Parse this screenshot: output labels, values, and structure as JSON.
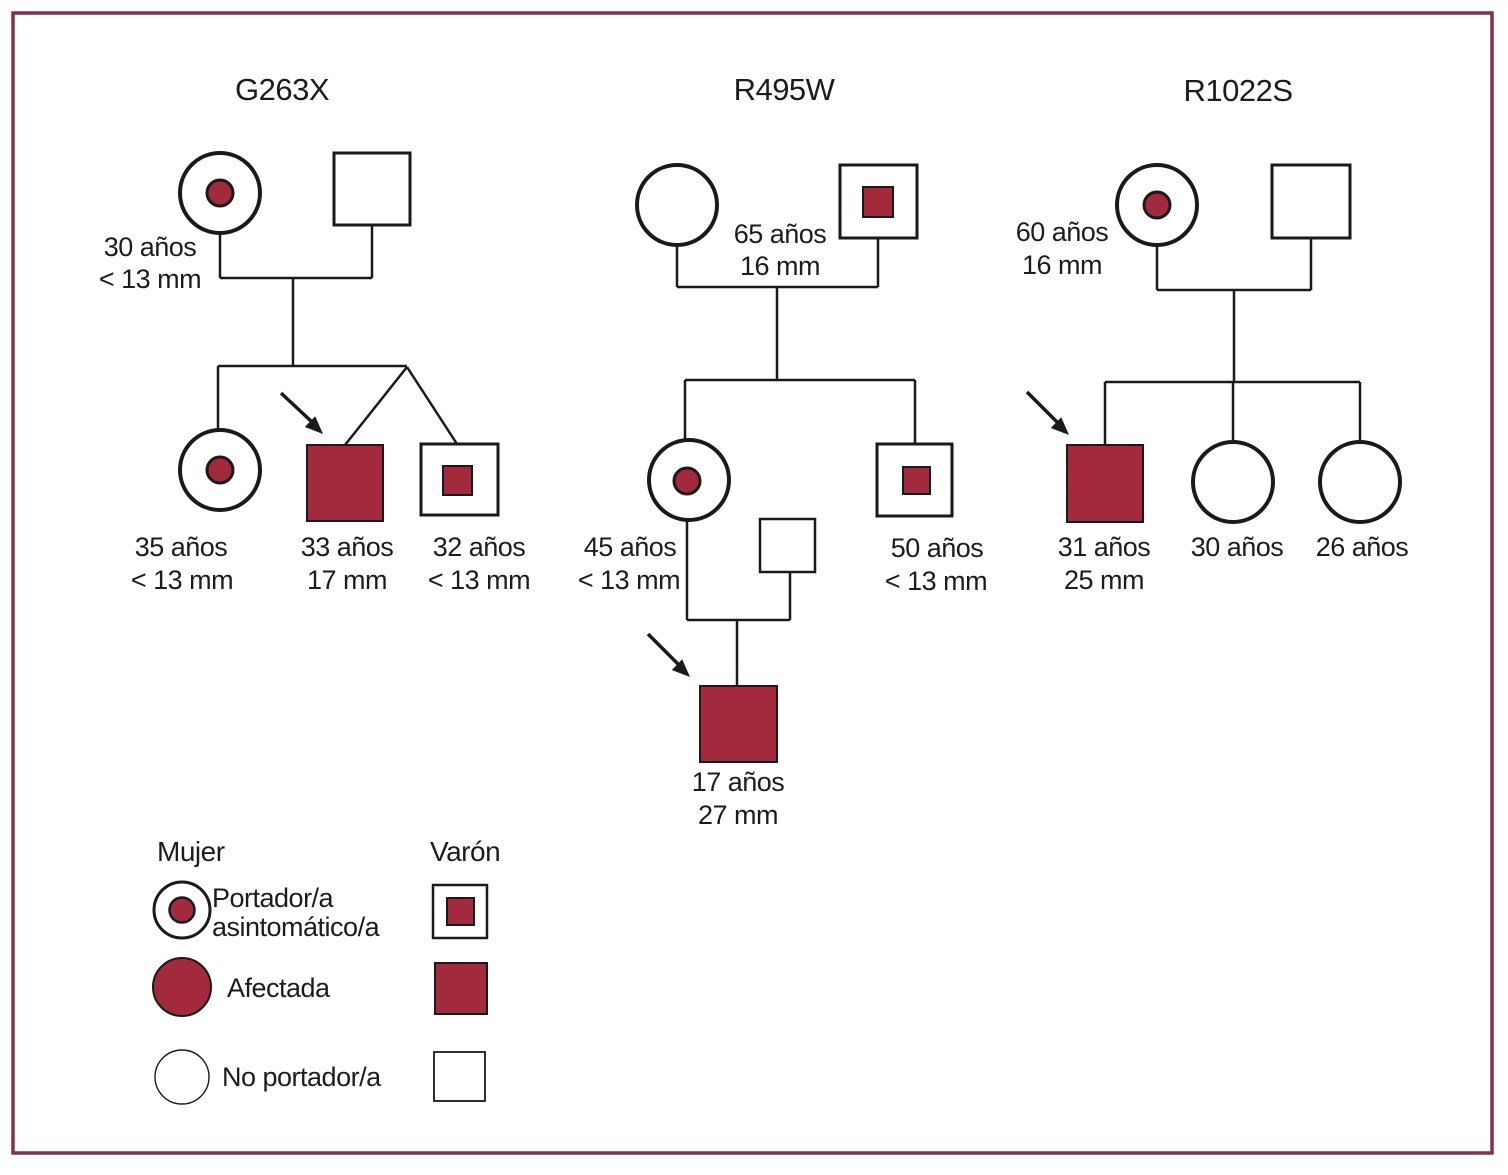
{
  "figure": {
    "type": "pedigree-diagram",
    "language": "es"
  },
  "colors": {
    "affected_fill": "#A3293C",
    "border": "#85304A",
    "line": "#1A1A1A"
  },
  "pedigrees": [
    {
      "title": "G263X",
      "members": [
        {
          "id": "I-1",
          "symbol": "carrier-female",
          "age": "30 años",
          "size": "< 13 mm"
        },
        {
          "id": "I-2",
          "symbol": "unaffected-male"
        },
        {
          "id": "II-1",
          "symbol": "carrier-female",
          "age": "35 años",
          "size": "< 13 mm"
        },
        {
          "id": "II-2",
          "symbol": "affected-male",
          "proband": true,
          "age": "33 años",
          "size": "17 mm"
        },
        {
          "id": "II-3",
          "symbol": "carrier-male",
          "age": "32 años",
          "size": "< 13 mm"
        }
      ]
    },
    {
      "title": "R495W",
      "members": [
        {
          "id": "I-1",
          "symbol": "unaffected-female"
        },
        {
          "id": "I-2",
          "symbol": "carrier-male",
          "age": "65 años",
          "size": "16 mm"
        },
        {
          "id": "II-1",
          "symbol": "carrier-female",
          "age": "45 años",
          "size": "< 13 mm"
        },
        {
          "id": "II-2",
          "symbol": "unaffected-male"
        },
        {
          "id": "II-3",
          "symbol": "carrier-male",
          "age": "50 años",
          "size": "< 13 mm"
        },
        {
          "id": "III-1",
          "symbol": "affected-male",
          "proband": true,
          "age": "17 años",
          "size": "27 mm"
        }
      ]
    },
    {
      "title": "R1022S",
      "members": [
        {
          "id": "I-1",
          "symbol": "carrier-female",
          "age": "60 años",
          "size": "16 mm"
        },
        {
          "id": "I-2",
          "symbol": "unaffected-male"
        },
        {
          "id": "II-1",
          "symbol": "affected-male",
          "proband": true,
          "age": "31 años",
          "size": "25 mm"
        },
        {
          "id": "II-2",
          "symbol": "unaffected-female",
          "age": "30 años"
        },
        {
          "id": "II-3",
          "symbol": "unaffected-female",
          "age": "26 años"
        }
      ]
    }
  ],
  "legend": {
    "female_header": "Mujer",
    "male_header": "Varón",
    "rows": [
      {
        "line1": "Portador/a",
        "line2": "asintomático/a"
      },
      {
        "line1": "Afectada"
      },
      {
        "line1": "No portador/a"
      }
    ]
  }
}
